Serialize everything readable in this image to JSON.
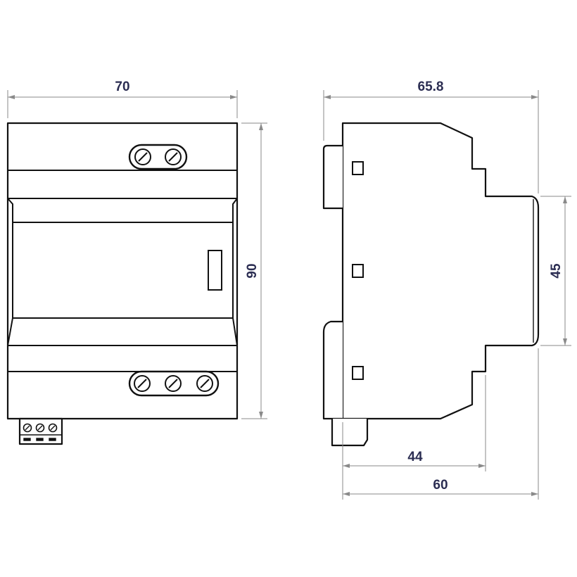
{
  "drawing": {
    "front_view": {
      "width_label": "70",
      "height_label": "90"
    },
    "side_view": {
      "depth_label": "65.8",
      "front_height_label": "45",
      "rail_depth_label": "44",
      "body_depth_label": "60"
    },
    "colors": {
      "outline": "#111111",
      "dimension_line": "#8a8a8a",
      "dimension_text": "#2b2d52"
    }
  }
}
